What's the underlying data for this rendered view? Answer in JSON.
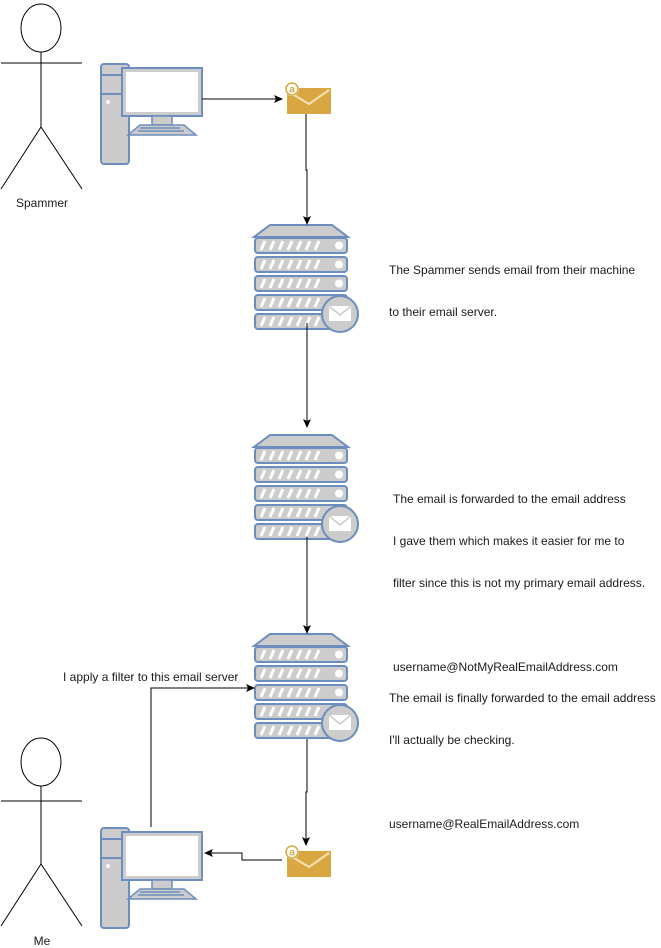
{
  "actors": {
    "spammer": {
      "label": "Spammer"
    },
    "me": {
      "label": "Me"
    }
  },
  "notes": {
    "spammer_server": {
      "lines": [
        "The Spammer sends email from their machine",
        "to their email server."
      ]
    },
    "forward_server": {
      "lines": [
        "The email is forwarded to the email address",
        "I gave them which makes it easier for me to",
        "filter since this is not my primary email address.",
        "",
        "username@NotMyRealEmailAddress.com"
      ]
    },
    "real_server": {
      "lines": [
        "The email is finally forwarded to the email address",
        "I'll actually be checking.",
        "",
        "username@RealEmailAddress.com"
      ]
    },
    "filter": {
      "label": "I apply a filter to this email server"
    }
  },
  "icons": {
    "computer": "desktop-computer-icon",
    "envelope": "email-envelope-icon",
    "server": "mail-server-icon"
  },
  "colors": {
    "device_fill": "#cccccc",
    "device_stroke": "#6c8ebf",
    "envelope_fill": "#d9a741",
    "line": "#000000"
  }
}
